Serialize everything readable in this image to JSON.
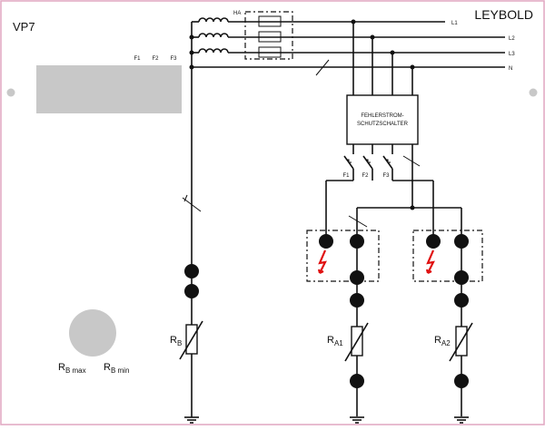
{
  "panel": {
    "model": "VP7",
    "brand": "LEYBOLD",
    "fuse_labels": [
      "F1",
      "F2",
      "F3"
    ],
    "colors": {
      "border": "#e0a6c0",
      "display": "#c8c8c8",
      "knob": "#c8c8c8",
      "fault": "#e01010"
    }
  },
  "diagram": {
    "house_connection": "HA",
    "lines": [
      "L1",
      "L2",
      "L3",
      "N"
    ],
    "rcd_label_1": "FEHLERSTROM-",
    "rcd_label_2": "SCHUTZSCHALTER",
    "breaker_labels": [
      "F1",
      "F2",
      "F3"
    ],
    "resistors": {
      "rb": {
        "main": "R",
        "sub": "B"
      },
      "ra1": {
        "main": "R",
        "sub": "A1"
      },
      "ra2": {
        "main": "R",
        "sub": "A2"
      }
    },
    "knob_labels": {
      "max": {
        "main": "R",
        "sub": "B max"
      },
      "min": {
        "main": "R",
        "sub": "B min"
      }
    }
  }
}
